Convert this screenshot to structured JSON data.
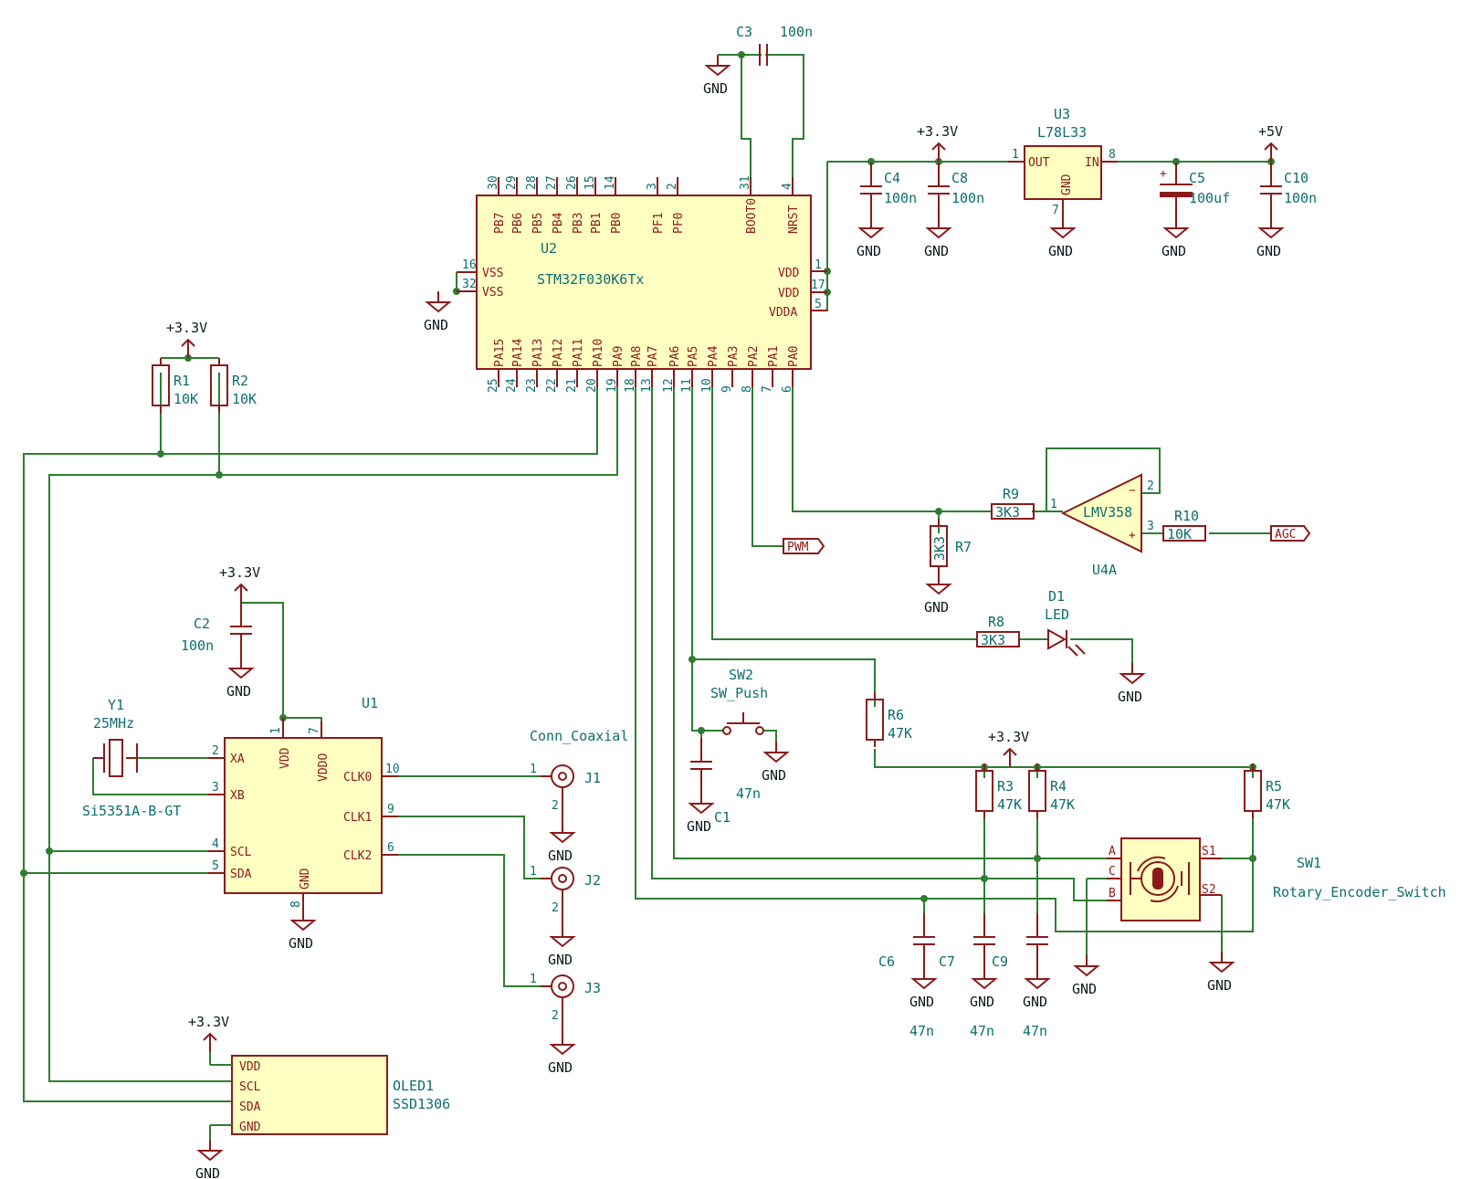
{
  "colors": {
    "wire": "#2e7d32",
    "component": "#8b1a1a",
    "fill": "#ffffc2",
    "text": "#0e6e6e"
  },
  "power": {
    "v33": "+3.3V",
    "v5": "+5V",
    "gnd": "GND"
  },
  "u2": {
    "ref": "U2",
    "value": "STM32F030K6Tx",
    "top_pins": [
      {
        "name": "PB7",
        "num": "30"
      },
      {
        "name": "PB6",
        "num": "29"
      },
      {
        "name": "PB5",
        "num": "28"
      },
      {
        "name": "PB4",
        "num": "27"
      },
      {
        "name": "PB3",
        "num": "26"
      },
      {
        "name": "PB1",
        "num": "15"
      },
      {
        "name": "PB0",
        "num": "14"
      },
      {
        "name": "PF1",
        "num": "3"
      },
      {
        "name": "PF0",
        "num": "2"
      },
      {
        "name": "BOOT0",
        "num": "31"
      },
      {
        "name": "NRST",
        "num": "4"
      }
    ],
    "bottom_pins": [
      {
        "name": "PA15",
        "num": "25"
      },
      {
        "name": "PA14",
        "num": "24"
      },
      {
        "name": "PA13",
        "num": "23"
      },
      {
        "name": "PA12",
        "num": "22"
      },
      {
        "name": "PA11",
        "num": "21"
      },
      {
        "name": "PA10",
        "num": "20"
      },
      {
        "name": "PA9",
        "num": "19"
      },
      {
        "name": "PA8",
        "num": "18"
      },
      {
        "name": "PA7",
        "num": "13"
      },
      {
        "name": "PA6",
        "num": "12"
      },
      {
        "name": "PA5",
        "num": "11"
      },
      {
        "name": "PA4",
        "num": "10"
      },
      {
        "name": "PA3",
        "num": "9"
      },
      {
        "name": "PA2",
        "num": "8"
      },
      {
        "name": "PA1",
        "num": "7"
      },
      {
        "name": "PA0",
        "num": "6"
      }
    ],
    "left_pins": [
      {
        "name": "VSS",
        "num": "16"
      },
      {
        "name": "VSS",
        "num": "32"
      }
    ],
    "right_pins": [
      {
        "name": "VDD",
        "num": "1"
      },
      {
        "name": "VDD",
        "num": "17"
      },
      {
        "name": "VDDA",
        "num": "5"
      }
    ]
  },
  "u3": {
    "ref": "U3",
    "value": "L78L33",
    "out": "OUT",
    "in": "IN",
    "gnd": "GND",
    "pin_out": "1",
    "pin_in": "8",
    "pin_gnd": "7"
  },
  "u1": {
    "ref": "U1",
    "value": "Si5351A-B-GT",
    "pins": {
      "xa": "XA",
      "xb": "XB",
      "scl": "SCL",
      "sda": "SDA",
      "vdd": "VDD",
      "vddo": "VDDO",
      "gnd": "GND",
      "clk0": "CLK0",
      "clk1": "CLK1",
      "clk2": "CLK2"
    },
    "nums": {
      "xa": "2",
      "xb": "3",
      "scl": "4",
      "sda": "5",
      "vdd": "1",
      "vddo": "7",
      "gnd": "8",
      "clk0": "10",
      "clk1": "9",
      "clk2": "6"
    }
  },
  "u4a": {
    "ref": "U4A",
    "value": "LMV358",
    "minus": "−",
    "plus": "+",
    "pin_out": "1",
    "pin_minus": "2",
    "pin_plus": "3"
  },
  "y1": {
    "ref": "Y1",
    "value": "25MHz"
  },
  "oled": {
    "ref": "OLED1",
    "value": "SSD1306",
    "pins": [
      "VDD",
      "SCL",
      "SDA",
      "GND"
    ]
  },
  "sw1": {
    "ref": "SW1",
    "value": "Rotary_Encoder_Switch",
    "pins": {
      "a": "A",
      "b": "B",
      "c": "C",
      "s1": "S1",
      "s2": "S2"
    }
  },
  "sw2": {
    "ref": "SW2",
    "value": "SW_Push"
  },
  "d1": {
    "ref": "D1",
    "value": "LED"
  },
  "coax_label": "Conn_Coaxial",
  "jacks": [
    {
      "ref": "J1",
      "p1": "1",
      "p2": "2"
    },
    {
      "ref": "J2",
      "p1": "1",
      "p2": "2"
    },
    {
      "ref": "J3",
      "p1": "1",
      "p2": "2"
    }
  ],
  "caps": {
    "c1": {
      "ref": "C1",
      "value": "47n"
    },
    "c2": {
      "ref": "C2",
      "value": "100n"
    },
    "c3": {
      "ref": "C3",
      "value": "100n"
    },
    "c4": {
      "ref": "C4",
      "value": "100n"
    },
    "c5": {
      "ref": "C5",
      "value": "100uf",
      "plus": "+"
    },
    "c6": {
      "ref": "C6",
      "value": "47n"
    },
    "c7": {
      "ref": "C7",
      "value": "47n"
    },
    "c8": {
      "ref": "C8",
      "value": "100n"
    },
    "c9": {
      "ref": "C9",
      "value": "47n"
    },
    "c10": {
      "ref": "C10",
      "value": "100n"
    }
  },
  "res": {
    "r1": {
      "ref": "R1",
      "value": "10K"
    },
    "r2": {
      "ref": "R2",
      "value": "10K"
    },
    "r3": {
      "ref": "R3",
      "value": "47K"
    },
    "r4": {
      "ref": "R4",
      "value": "47K"
    },
    "r5": {
      "ref": "R5",
      "value": "47K"
    },
    "r6": {
      "ref": "R6",
      "value": "47K"
    },
    "r7": {
      "ref": "R7",
      "value": "3K3"
    },
    "r8": {
      "ref": "R8",
      "value": "3K3"
    },
    "r9": {
      "ref": "R9",
      "value": "3K3"
    },
    "r10": {
      "ref": "R10",
      "value": "10K"
    }
  },
  "net_labels": {
    "pwm": "PWM",
    "agc": "AGC"
  }
}
